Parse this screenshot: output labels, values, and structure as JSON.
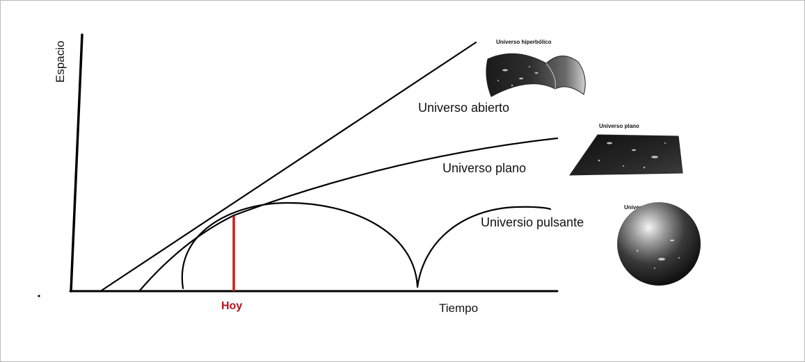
{
  "axes": {
    "y_label": "Espacio",
    "x_label": "Tiempo",
    "today_label": "Hoy"
  },
  "curves": {
    "open": "Universo abierto",
    "flat": "Universo plano",
    "pulsating": "Universio pulsante"
  },
  "illustrations": {
    "hyperbolic_title": "Universo hiperbólico",
    "flat_title": "Universo plano",
    "spherical_title": "Universo esférico"
  },
  "colors": {
    "today_marker": "#d01a1a",
    "line": "#000000"
  }
}
